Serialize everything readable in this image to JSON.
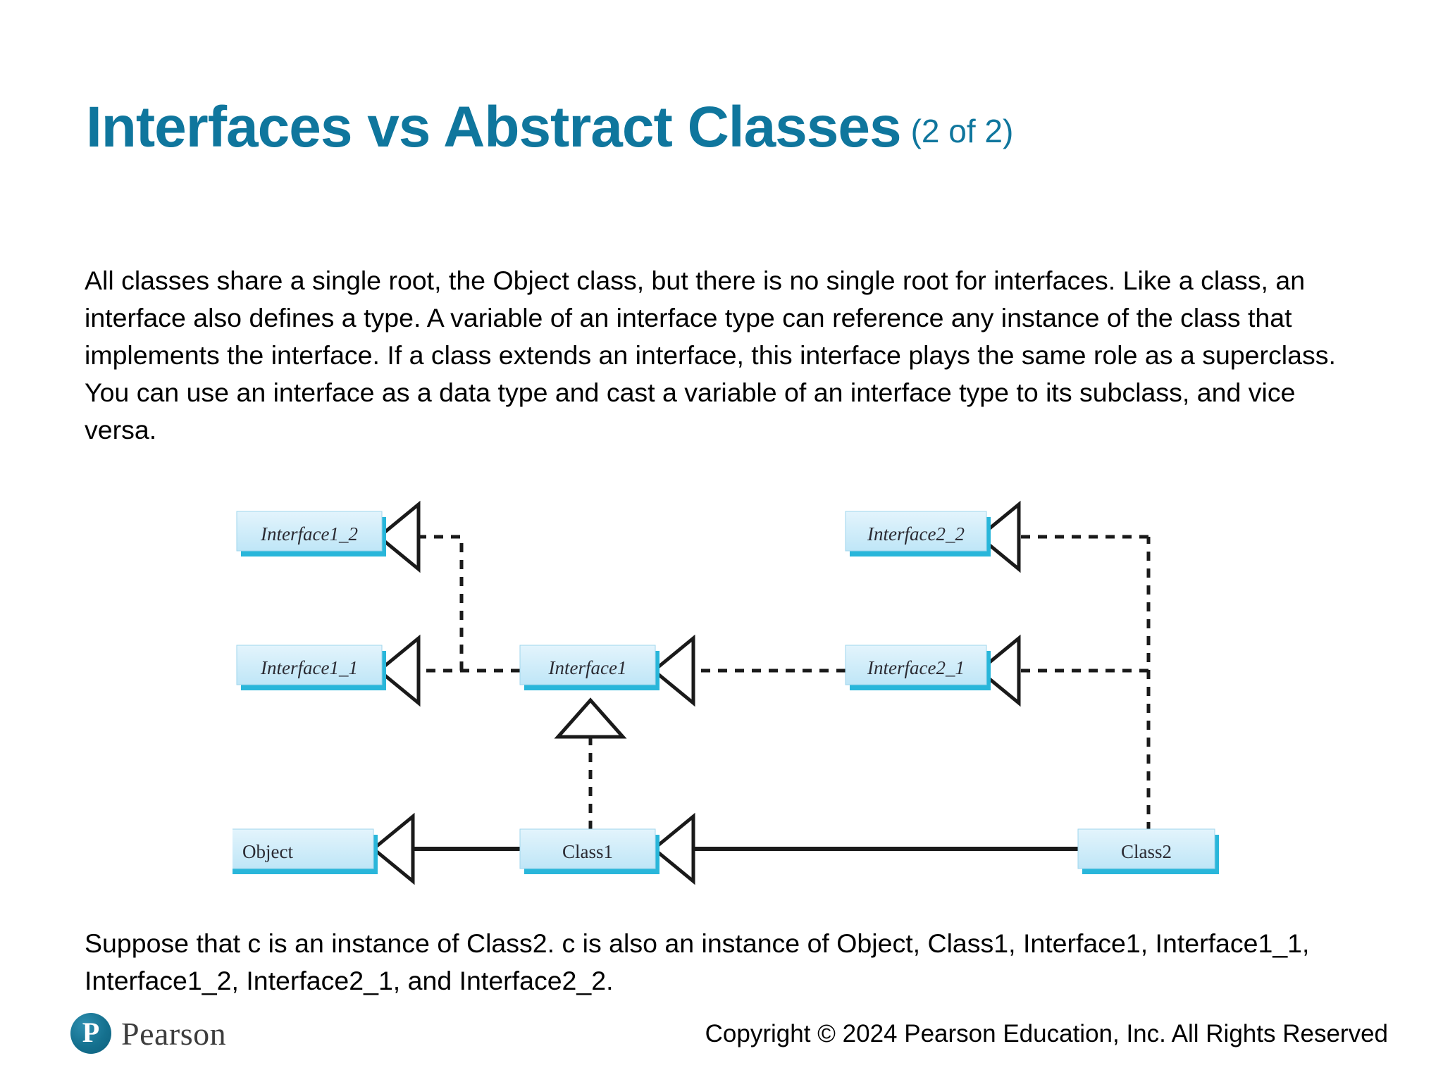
{
  "slide": {
    "title_main": "Interfaces vs Abstract Classes",
    "title_sub": "(2 of 2)",
    "title_color": "#0F769D",
    "intro_paragraph": "All classes share a single root, the Object class, but there is no single root for interfaces. Like a class, an interface also defines a type. A variable of an interface type can reference any instance of the class that implements the interface. If a class extends an interface, this interface plays the same role as a superclass. You can use an interface as a data type and cast a variable of an interface type to its subclass, and vice versa.",
    "closing_paragraph": "Suppose that c is an instance of Class2. c is also an instance of Object, Class1, Interface1, Interface1_1, Interface1_2, Interface2_1, and Interface2_2."
  },
  "diagram": {
    "box_fill": "#cfeaf8",
    "box_accent": "#29b6da",
    "line_color": "#1a1a1a",
    "nodes": [
      {
        "id": "interface1_2",
        "label": "Interface1_2",
        "kind": "interface"
      },
      {
        "id": "interface1_1",
        "label": "Interface1_1",
        "kind": "interface"
      },
      {
        "id": "interface1",
        "label": "Interface1",
        "kind": "interface"
      },
      {
        "id": "interface2_1",
        "label": "Interface2_1",
        "kind": "interface"
      },
      {
        "id": "interface2_2",
        "label": "Interface2_2",
        "kind": "interface"
      },
      {
        "id": "object",
        "label": "Object",
        "kind": "class"
      },
      {
        "id": "class1",
        "label": "Class1",
        "kind": "class"
      },
      {
        "id": "class2",
        "label": "Class2",
        "kind": "class"
      }
    ],
    "edges": [
      {
        "from": "interface1",
        "to": "interface1_1",
        "style": "dashed"
      },
      {
        "from": "interface1",
        "to": "interface1_2",
        "style": "dashed"
      },
      {
        "from": "interface2_1",
        "to": "interface1",
        "style": "dashed"
      },
      {
        "from": "class2",
        "to": "interface2_1",
        "style": "dashed"
      },
      {
        "from": "class2",
        "to": "interface2_2",
        "style": "dashed"
      },
      {
        "from": "class1",
        "to": "interface1",
        "style": "dashed"
      },
      {
        "from": "class1",
        "to": "object",
        "style": "solid"
      },
      {
        "from": "class2",
        "to": "class1",
        "style": "solid"
      }
    ]
  },
  "footer": {
    "brand_mark": "P",
    "brand_name": "Pearson",
    "copyright": "Copyright © 2024 Pearson Education, Inc. All Rights Reserved"
  }
}
